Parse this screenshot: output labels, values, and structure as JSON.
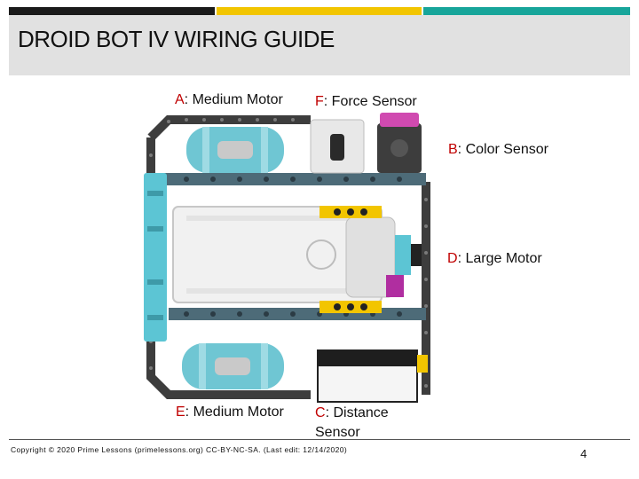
{
  "header": {
    "title": "DROID BOT IV WIRING GUIDE",
    "bar_colors": [
      "#1a1a1a",
      "#f2c500",
      "#17a59a"
    ]
  },
  "labels": {
    "a": {
      "key": "A",
      "text": ": Medium Motor"
    },
    "f": {
      "key": "F",
      "text": ": Force Sensor"
    },
    "b": {
      "key": "B",
      "text": ": Color Sensor"
    },
    "d": {
      "key": "D",
      "text": ": Large Motor"
    },
    "e": {
      "key": "E",
      "text": ": Medium Motor"
    },
    "c": {
      "key": "C",
      "text": ": Distance",
      "line2": "Sensor"
    }
  },
  "colors": {
    "port_key": "#c00000",
    "frame": "#3d3d3d",
    "teal": "#5cc5d4"
  },
  "footer": {
    "copyright": "Copyright © 2020 Prime Lessons (primelessons.org) CC-BY-NC-SA.  (Last edit: 12/14/2020)",
    "page_number": "4"
  }
}
